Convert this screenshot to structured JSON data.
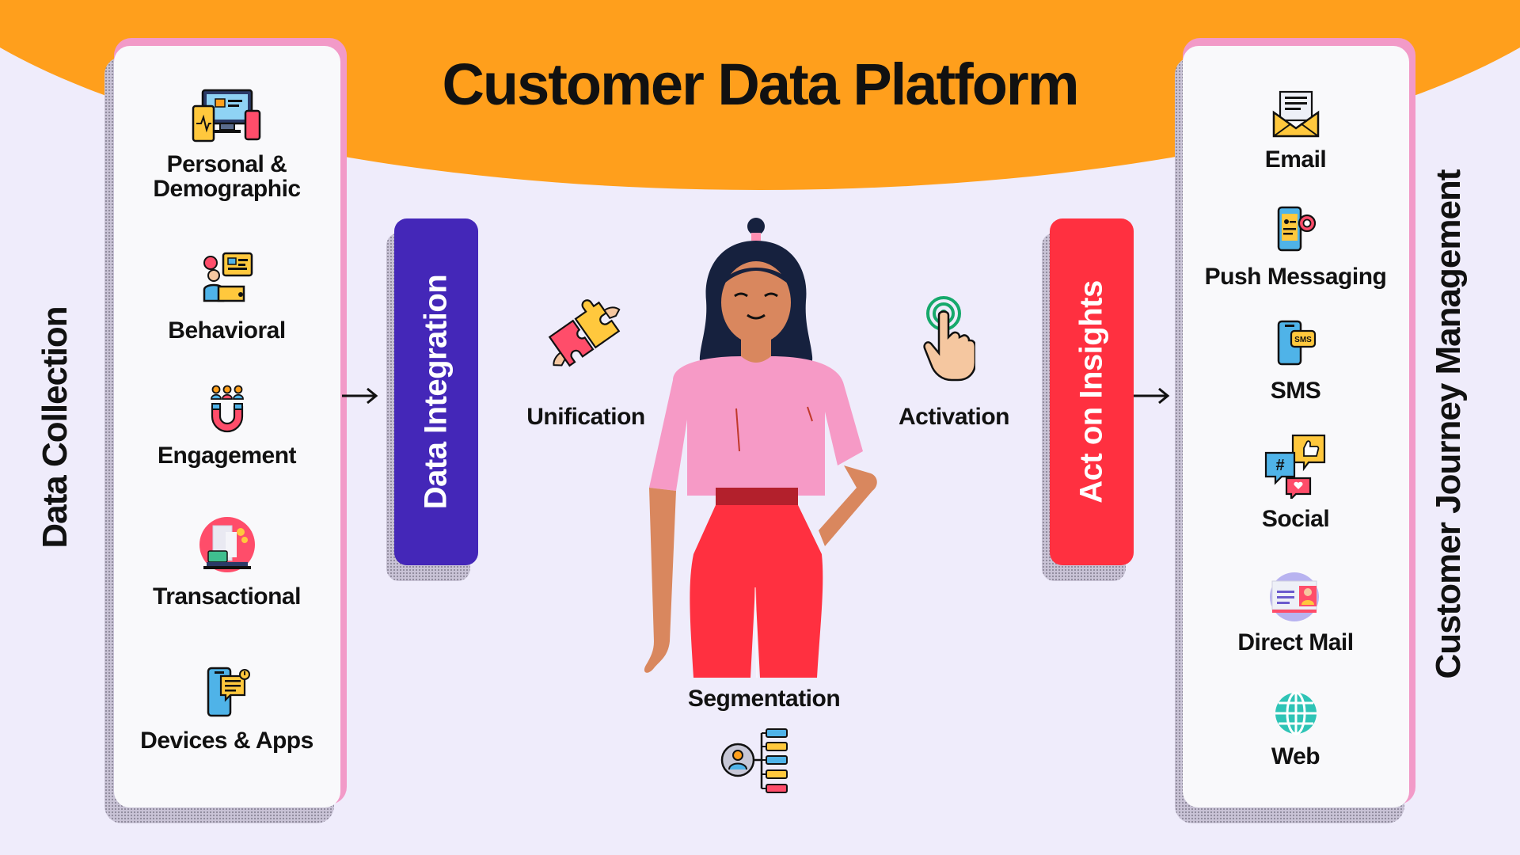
{
  "title": "Customer Data Platform",
  "colors": {
    "header": "#ff9f1c",
    "background": "#efecfb",
    "integration": "#4427b8",
    "insights": "#ff3040",
    "panel_accent": "#f29ac8"
  },
  "left_section": {
    "label": "Data Collection",
    "items": [
      {
        "label_line1": "Personal &",
        "label_line2": "Demographic",
        "icon": "devices-icon"
      },
      {
        "label_line1": "Behavioral",
        "label_line2": "",
        "icon": "person-laptop-icon"
      },
      {
        "label_line1": "Engagement",
        "label_line2": "",
        "icon": "magnet-people-icon"
      },
      {
        "label_line1": "Transactional",
        "label_line2": "",
        "icon": "payment-icon"
      },
      {
        "label_line1": "Devices & Apps",
        "label_line2": "",
        "icon": "phone-chat-icon"
      }
    ]
  },
  "integration": {
    "label": "Data Integration"
  },
  "flow": {
    "unification": "Unification",
    "activation": "Activation",
    "segmentation": "Segmentation"
  },
  "insights": {
    "label": "Act on Insights"
  },
  "right_section": {
    "label": "Customer Journey Management",
    "items": [
      {
        "label": "Email",
        "icon": "envelope-icon"
      },
      {
        "label": "Push Messaging",
        "icon": "push-phone-icon"
      },
      {
        "label": "SMS",
        "icon": "sms-phone-icon"
      },
      {
        "label": "Social",
        "icon": "social-bubbles-icon"
      },
      {
        "label": "Direct Mail",
        "icon": "direct-mail-icon"
      },
      {
        "label": "Web",
        "icon": "globe-icon"
      }
    ]
  }
}
